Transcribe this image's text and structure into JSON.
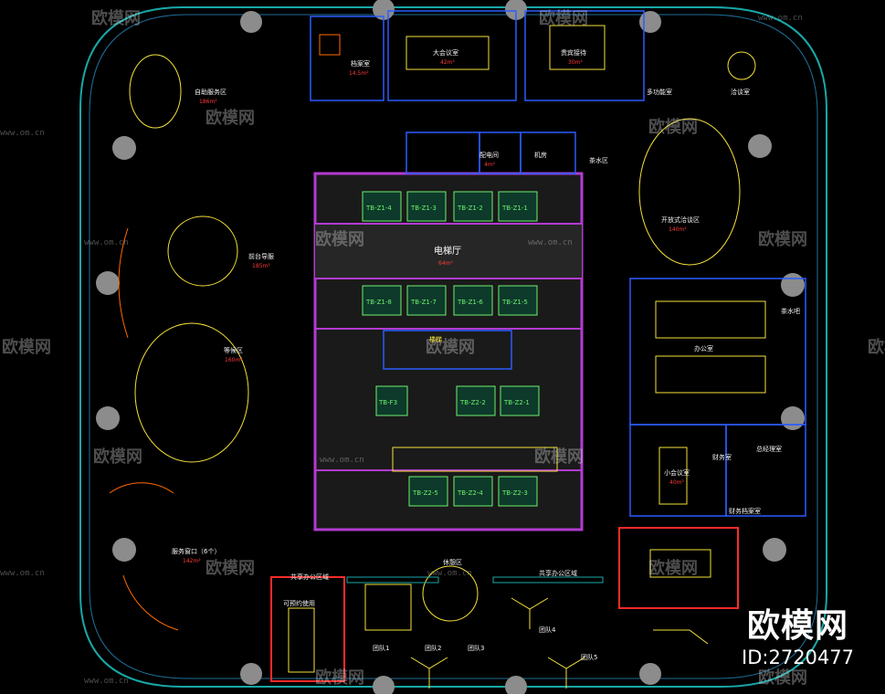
{
  "rooms": {
    "self_service": {
      "name": "自助服务区",
      "area": "186m²"
    },
    "front_desk": {
      "name": "前台导服",
      "area": "185m²"
    },
    "waiting": {
      "name": "等候区",
      "area": "160m²"
    },
    "service_windows": {
      "name": "服务窗口（6个）",
      "area": "142m²"
    },
    "large_meeting": {
      "name": "大会议室",
      "area": "42m²"
    },
    "guest_reception": {
      "name": "贵宾接待",
      "area": "30m²"
    },
    "archive": {
      "name": "档案室",
      "area": "14.5m²"
    },
    "multi_function": {
      "name": "多功能室"
    },
    "negotiation": {
      "name": "洽谈室"
    },
    "power_room": {
      "name": "配电间",
      "area": "4m²"
    },
    "machine_room": {
      "name": "机房"
    },
    "elevator_hall": {
      "name": "电梯厅",
      "area": "64m²"
    },
    "open_negotiation": {
      "name": "开放式洽谈区",
      "area": "140m²"
    },
    "office": {
      "name": "办公室"
    },
    "small_meeting": {
      "name": "小会议室",
      "area": "40m²"
    },
    "finance": {
      "name": "财务室"
    },
    "manager": {
      "name": "总经理室"
    },
    "finance_archive": {
      "name": "财务档案室"
    },
    "stair": {
      "name": "楼梯"
    },
    "shared_office_left": {
      "name": "共享办公区域"
    },
    "shared_office_right": {
      "name": "共享办公区域"
    },
    "meeting_booking": {
      "name": "可预约使用"
    },
    "rest_area": {
      "name": "休憩区"
    },
    "coffee_bar": {
      "name": "茶水吧"
    },
    "tea_area": {
      "name": "茶水区"
    }
  },
  "elevators": {
    "top": [
      "TB-Z1-4",
      "TB-Z1-3",
      "TB-Z1-2",
      "TB-Z1-1"
    ],
    "mid": [
      "TB-Z1-8",
      "TB-Z1-7",
      "TB-Z1-6",
      "TB-Z1-5"
    ],
    "bottom_mid": [
      "TB-F3",
      "TB-Z2-2",
      "TB-Z2-1"
    ],
    "bottom": [
      "TB-Z2-5",
      "TB-Z2-4",
      "TB-Z2-3"
    ]
  },
  "desk_labels": [
    "团队1",
    "团队2",
    "团队3",
    "团队4",
    "团队5"
  ],
  "watermark": {
    "brand": "欧模网",
    "url": "www.om.cn"
  },
  "brand": {
    "name": "欧模网",
    "id": "ID:2720477"
  },
  "colors": {
    "outer_wall": "#19a7a7",
    "core": "#b33bd1",
    "furniture": "#f5e23a",
    "walls": "#2b5cff",
    "highlight": "#ff2a2a",
    "lift": "#6ff06f"
  }
}
